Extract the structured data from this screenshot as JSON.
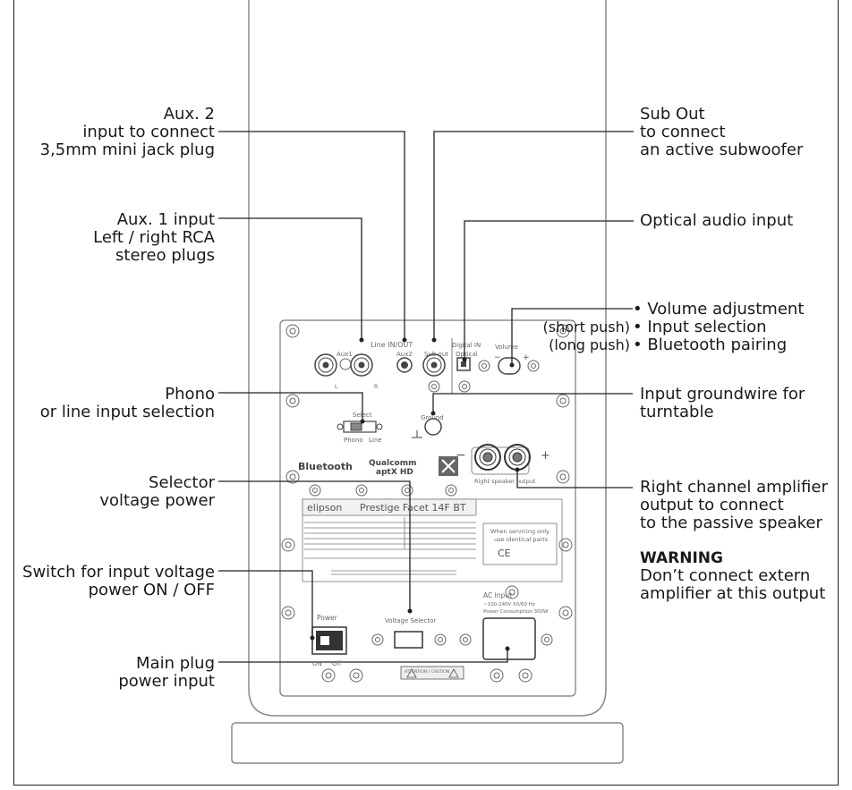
{
  "labels_left": {
    "aux2": [
      "Aux. 2",
      "input to connect",
      "3,5mm mini jack plug"
    ],
    "aux1": [
      "Aux. 1 input",
      "Left / right RCA",
      "stereo plugs"
    ],
    "phono": [
      "Phono",
      "or line input selection"
    ],
    "selector": [
      "Selector",
      "voltage power"
    ],
    "switch": [
      "Switch for input voltage",
      "power ON / OFF"
    ],
    "mainplug": [
      "Main plug",
      "power input"
    ]
  },
  "labels_right": {
    "subout": [
      "Sub Out",
      "to connect",
      "an active subwoofer"
    ],
    "optical": [
      "Optical audio input"
    ],
    "volume": {
      "bullets": [
        "• Volume adjustment",
        "• Input selection",
        "• Bluetooth pairing"
      ],
      "notes": [
        "",
        "(short push)",
        "(long push)"
      ]
    },
    "ground": [
      "Input groundwire for",
      "turntable"
    ],
    "amp": [
      "Right channel amplifier",
      "output to connect",
      "to the passive speaker"
    ],
    "warning_title": "WARNING",
    "warning_body": [
      "Don’t connect extern",
      "amplifier at this output"
    ]
  },
  "panel": {
    "line_in_out": "Line IN/OUT",
    "aux1": "Aux1",
    "aux2": "Aux2",
    "sub_out": "Sub out",
    "digital_in": "Digital IN",
    "optical": "Optical",
    "volume": "Volume",
    "l": "L",
    "r": "R",
    "select": "Select",
    "phono": "Phono",
    "line": "Line",
    "ground": "Ground",
    "bluetooth": "Bluetooth",
    "qualcomm": "Qualcomm",
    "aptx": "aptX HD",
    "speaker_output": "Right speaker output",
    "brand": "elipson",
    "model": "Prestige Facet 14F BT",
    "power": "Power",
    "on": "ON",
    "off": "Off",
    "voltage_selector": "Voltage Selector",
    "ac_input": "AC Input",
    "ac_spec1": "~100-240V 50/60 Hz",
    "ac_spec2": "Power Consumption 300W",
    "servicing": [
      "When servicing only",
      "use identical parts"
    ],
    "ce": "CE",
    "attention": "ATTENTION / CAUTION"
  }
}
